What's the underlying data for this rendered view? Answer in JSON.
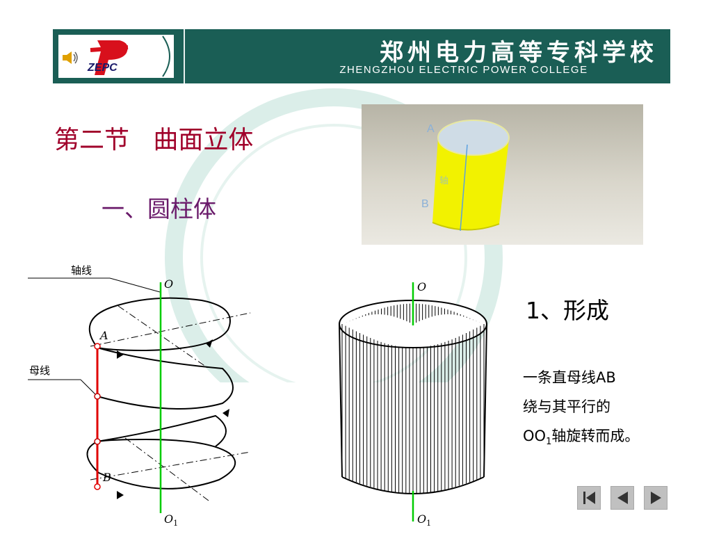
{
  "header": {
    "logo_text": "ZEPC",
    "school_name_cn": "郑州电力高等专科学校",
    "school_name_en": "ZHENGZHOU ELECTRIC POWER COLLEGE",
    "icons": [
      "speaker-icon",
      "zepc-logo"
    ]
  },
  "slide": {
    "section_title": "第二节   曲面立体",
    "sub_title": "一、圆柱体"
  },
  "photo": {
    "label_a": "A",
    "label_b": "B",
    "label_axis": "轴"
  },
  "diagram_left": {
    "axis_label": "轴线",
    "generator_label": "母线",
    "label_o": "O",
    "label_o1": "O",
    "label_o1_sub": "1",
    "label_a": "A",
    "label_b": "B"
  },
  "diagram_right": {
    "label_o": "O",
    "label_o1": "O",
    "label_o1_sub": "1"
  },
  "formation": {
    "heading": "1、形成",
    "line1": "一条直母线AB",
    "line2": "绕与其平行的",
    "line3_prefix": "OO",
    "line3_sub": "1",
    "line3_suffix": "轴旋转而成。"
  },
  "navigation": {
    "icons": [
      "first-slide-icon",
      "previous-slide-icon",
      "next-slide-icon"
    ]
  },
  "colors": {
    "banner": "#1a5e55",
    "title": "#a0002a",
    "subtitle": "#6a1a6a",
    "axis_green": "#00cc00",
    "generator_red": "#e00000",
    "cylinder_yellow": "#f2f200"
  }
}
